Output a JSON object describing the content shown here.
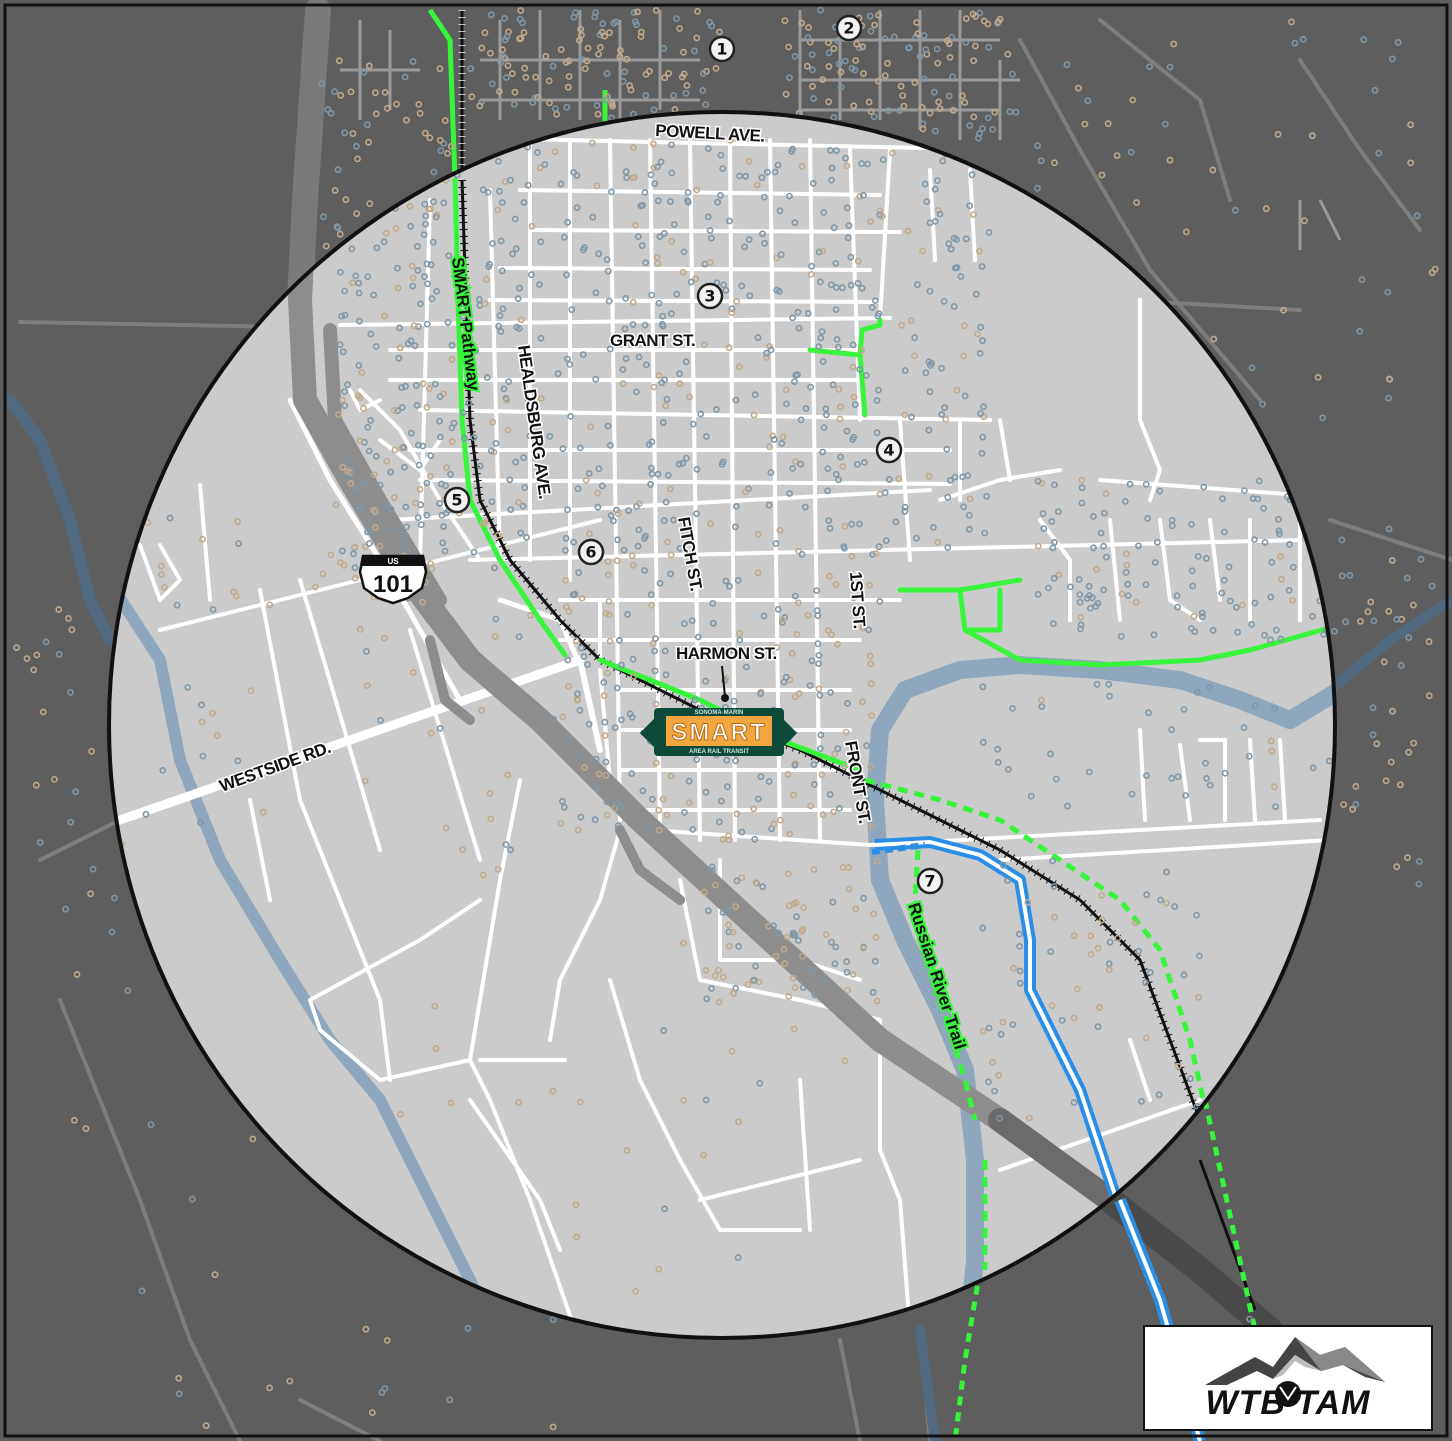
{
  "map": {
    "streets": {
      "powell": "POWELL AVE.",
      "grant": "GRANT ST.",
      "healdsburg": "HEALDSBURG AVE.",
      "fitch": "FITCH ST.",
      "first": "1ST ST.",
      "harmon": "HARMON ST.",
      "front": "FRONT ST.",
      "westside": "WESTSIDE RD."
    },
    "trails": {
      "smart_pathway": "SMART Pathway",
      "russian_river": "Russian River Trail"
    },
    "highway": {
      "shield_top": "US",
      "number": "101"
    },
    "station": {
      "brand": "SMART",
      "top_text": "SONOMA-MARIN",
      "bottom_text": "AREA RAIL TRANSIT"
    },
    "markers": [
      "1",
      "2",
      "3",
      "4",
      "5",
      "6",
      "7"
    ],
    "colors": {
      "outside": "#5e5e5e",
      "inside": "#cbcbcb",
      "road": "#ffffff",
      "highway": "#8d8d8d",
      "river": "#8fa7bd",
      "trail": "#36f53a",
      "rail": "#111111",
      "dot_blue": "#7f97a8",
      "dot_tan": "#c2a98b"
    }
  },
  "logo": {
    "name": "WTB TAM"
  }
}
